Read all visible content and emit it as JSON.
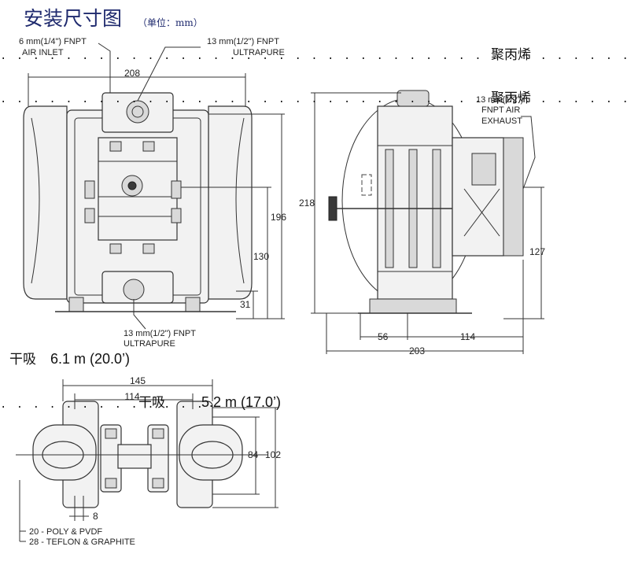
{
  "title": {
    "main": "安装尺寸图",
    "unit": "（单位：mm）"
  },
  "front_view": {
    "air_inlet": [
      "6 mm(1/4\") FNPT",
      "AIR INLET"
    ],
    "ultrapure_top": [
      "13 mm(1/2\") FNPT",
      "ULTRAPURE"
    ],
    "ultrapure_bottom": [
      "13 mm(1/2\") FNPT",
      "ULTRAPURE"
    ],
    "dim_208": "208",
    "dim_196": "196",
    "dim_130": "130",
    "dim_31": "31"
  },
  "side_view": {
    "exhaust": [
      "13 mm(1/2\")",
      "FNPT AIR",
      "EXHAUST"
    ],
    "dim_218": "218",
    "dim_127": "127",
    "dim_56": "56",
    "dim_114": "114",
    "dim_203": "203"
  },
  "bottom_view": {
    "dim_145": "145",
    "dim_114": "114",
    "dim_84": "84",
    "dim_102": "102",
    "dim_8": "8",
    "note_poly": "20 - POLY & PVDF",
    "note_teflon": "28 - TEFLON & GRAPHITE"
  },
  "overlays": {
    "material_1": "聚丙烯",
    "material_2": "聚丙烯",
    "dry_lift_label_1": "干吸",
    "dry_lift_value_1": "6.1 m (20.0’)",
    "dry_lift_label_2": "干吸",
    "dry_lift_value_2": "5.2 m (17.0’)",
    "dots": ". . . . . . . . . . . . . . . . . . . . . . . . . . . . . . . . . . . . . . . . . . . . . . . . . . . . . . . . . . . . . . . . . . . . . . . . .",
    "dots_short": ". . . . . . . . . . . . ."
  }
}
